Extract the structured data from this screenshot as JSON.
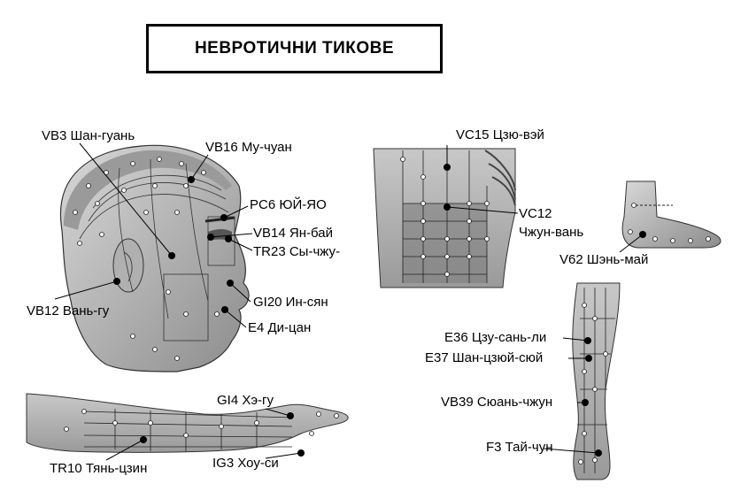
{
  "title": "НЕВРОТИЧНИ ТИКОВЕ",
  "labels": {
    "vb3": "VB3 Шан-гуань",
    "vb16": "VB16 Му-чуан",
    "pc6": "PC6 ЮЙ-ЯО",
    "vb14": "VB14 Ян-бай",
    "tr23": "TR23 Сы-чжу-",
    "vb12": "VB12 Вань-гу",
    "gi20": "GI20 Ин-сян",
    "e4": "E4 Ди-цан",
    "vc15": "VC15 Цзю-вэй",
    "vc12_code": "VC12",
    "vc12_name": "Чжун-вань",
    "v62": "V62 Шэнь-май",
    "e36": "E36 Цзу-сань-ли",
    "e37": "E37 Шан-цзюй-сюй",
    "vb39": "VB39 Сюань-чжун",
    "f3": "F3 Тай-чун",
    "gi4": "GI4 Хэ-гу",
    "tr10": "TR10 Тянь-цзин",
    "ig3": "IG3 Хоу-си"
  }
}
